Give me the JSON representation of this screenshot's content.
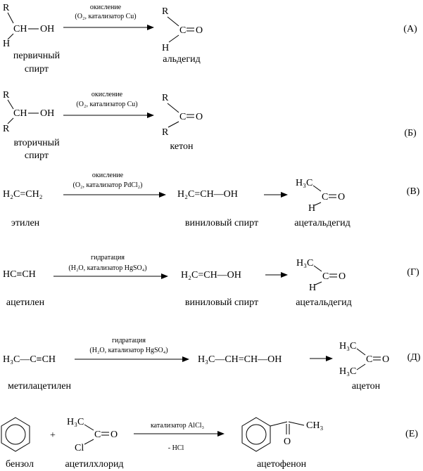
{
  "reactions": [
    {
      "id": "A",
      "tag": "(А)",
      "condition_top": "окисление",
      "condition_bottom": "(O₂, катализатор Cu)",
      "reactant_label": [
        "первичный",
        "спирт"
      ],
      "product_label": "альдегид",
      "reactant_atoms": {
        "r": "R",
        "c": "CH",
        "o": "OH",
        "h": "H"
      },
      "product_atoms": {
        "r": "R",
        "c": "C",
        "o": "O",
        "h": "H"
      }
    },
    {
      "id": "B",
      "tag": "(Б)",
      "condition_top": "окисление",
      "condition_bottom": "(O₂, катализатор Cu)",
      "reactant_label": [
        "вторичный",
        "спирт"
      ],
      "product_label": "кетон",
      "reactant_atoms": {
        "r1": "R",
        "c": "CH",
        "o": "OH",
        "r2": "R"
      },
      "product_atoms": {
        "r1": "R",
        "c": "C",
        "o": "O",
        "r2": "R"
      }
    },
    {
      "id": "V",
      "tag": "(В)",
      "condition_top": "окисление",
      "condition_bottom": "(O₂, катализатор PdCl₂)",
      "reactant": "H₂C=CH₂",
      "reactant_label": "этилен",
      "intermediate": "H₂C=CH—OH",
      "intermediate_label": "виниловый спирт",
      "product_label": "ацетальдегид",
      "product_atoms": {
        "me": "H₃C",
        "c": "C",
        "o": "O",
        "h": "H"
      }
    },
    {
      "id": "G",
      "tag": "(Г)",
      "condition_top": "гидратация",
      "condition_bottom": "(H₂O,  катализатор HgSO₄)",
      "reactant": "HC≡CH",
      "reactant_label": "ацетилен",
      "intermediate": "H₂C=CH—OH",
      "intermediate_label": "виниловый спирт",
      "product_label": "ацетальдегид",
      "product_atoms": {
        "me": "H₃C",
        "c": "C",
        "o": "O",
        "h": "H"
      }
    },
    {
      "id": "D",
      "tag": "(Д)",
      "condition_top": "гидратация",
      "condition_bottom": "(H₂O,  катализатор HgSO₄)",
      "reactant": "H₃C—C≡CH",
      "reactant_label": "метилацетилен",
      "intermediate": "H₃C—CH=CH—OH",
      "product_label": "ацетон",
      "product_atoms": {
        "me1": "H₃C",
        "c": "C",
        "o": "O",
        "me2": "H₃C"
      }
    },
    {
      "id": "E",
      "tag": "(Е)",
      "condition_top": "катализатор AlCl₃",
      "condition_bottom": "- HCl",
      "plus": "+",
      "reactant_label": "бензол",
      "reagent_label": "ацетилхлорид",
      "product_label": "ацетофенон",
      "reagent_atoms": {
        "me": "H₃C",
        "c": "C",
        "o": "O",
        "cl": "Cl"
      },
      "product_atoms": {
        "o": "O",
        "me": "CH₃"
      }
    }
  ]
}
